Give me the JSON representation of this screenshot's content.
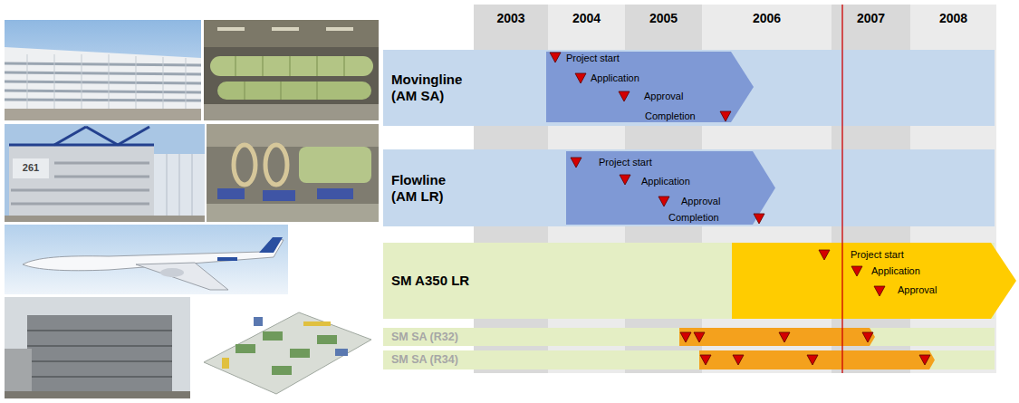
{
  "diagram": {
    "nodes": [
      {
        "text": [
          "Movingline (AM SA)"
        ]
      },
      {
        "text": [
          "Project start",
          "Application",
          "Approval",
          "Completion"
        ],
        "in": 0
      },
      {
        "text": [
          "Flowline (AM LR)"
        ]
      },
      {
        "text": [
          "Project start",
          "Application",
          "Approval",
          "Completion"
        ],
        "in": 2
      },
      {
        "text": [
          "SM A350 LR"
        ]
      },
      {
        "text": [
          "Project start",
          "Application",
          "Approval"
        ],
        "in": 4
      },
      {
        "text": [
          "SM SA (R32)"
        ]
      },
      {
        "text": [
          "SM SA (R34)"
        ]
      }
    ],
    "labels": [
      "2003",
      "2004",
      "2005",
      "2006",
      "2007",
      "2008",
      "261"
    ]
  }
}
